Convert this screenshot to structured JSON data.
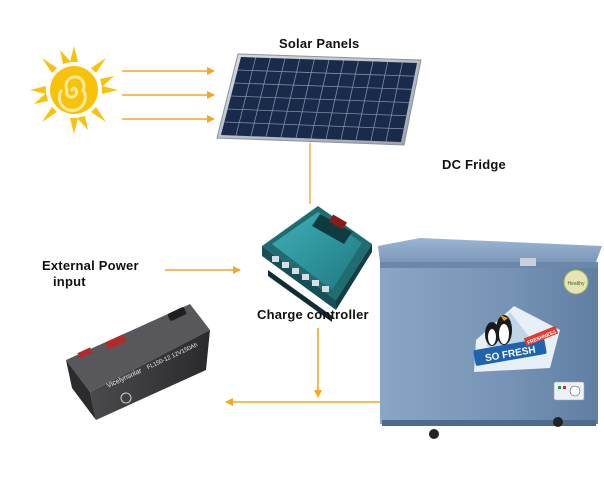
{
  "labels": {
    "solar_panels": "Solar Panels",
    "dc_fridge": "DC Fridge",
    "external_power_line1": "External Power",
    "external_power_line2": "input",
    "charge_controller": "Charge controller"
  },
  "battery": {
    "brand": "Vicelynsolar",
    "model": "FL150-12  12V150Ah"
  },
  "fridge": {
    "badge": "SO FRESH",
    "banner": "FRESHNESS",
    "sticker": "Healthy"
  },
  "colors": {
    "arrow": "#f5a623",
    "line": "#f0b64d",
    "sun": "#f9c20a",
    "panel_cell": "#1a2a4a",
    "controller": "#2a8f97",
    "fridge_body": "#7896b8",
    "battery": "#3b3b3d"
  },
  "icons": [
    "sun-icon",
    "solar-panel-icon",
    "charge-controller-icon",
    "battery-icon",
    "fridge-icon"
  ]
}
